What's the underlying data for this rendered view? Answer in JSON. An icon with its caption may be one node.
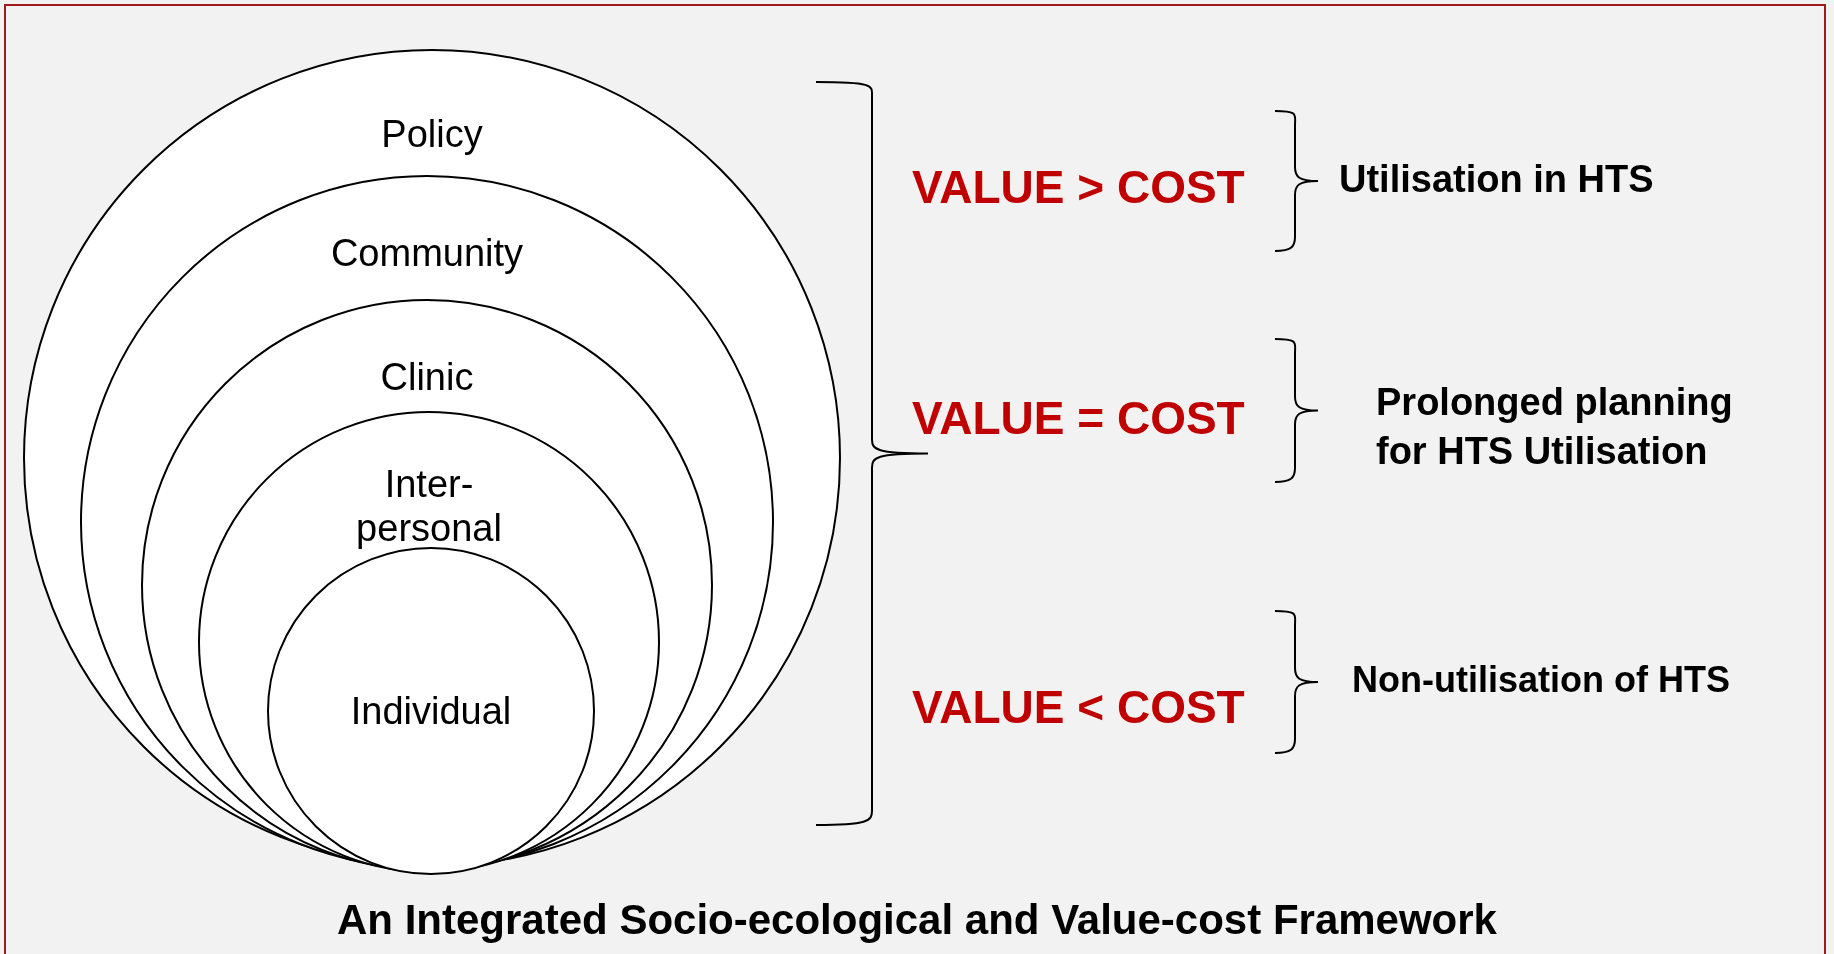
{
  "diagram": {
    "caption": "An Integrated Socio-ecological and Value-cost Framework",
    "nodes": [
      {
        "text": [
          "Policy"
        ]
      },
      {
        "text": [
          "Community"
        ],
        "in": 0
      },
      {
        "text": [
          "Clinic"
        ],
        "in": 1
      },
      {
        "text": [
          "Inter- personal"
        ],
        "in": 2
      },
      {
        "text": [
          "Individual"
        ],
        "in": 3
      }
    ],
    "edges": [],
    "labels": [
      "VALUE > COST",
      "Utilisation in HTS",
      "VALUE = COST",
      "Prolonged planning for HTS Utilisation",
      "VALUE < COST",
      "Non-utilisation of HTS"
    ]
  }
}
